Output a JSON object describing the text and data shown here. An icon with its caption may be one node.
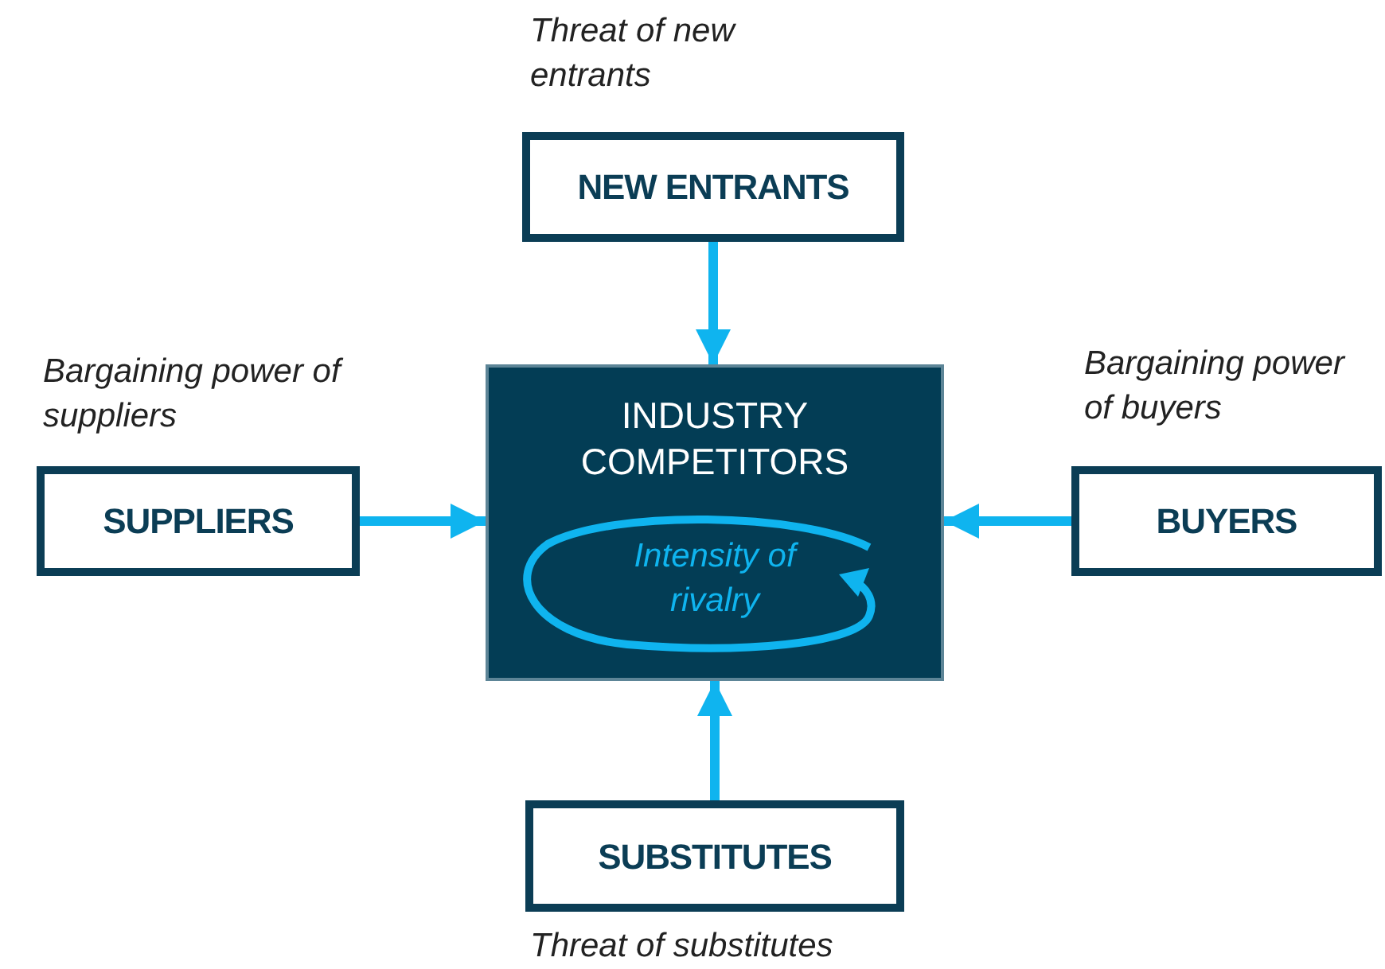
{
  "diagram": {
    "nodes": [
      {
        "text": [
          "NEW ENTRANTS"
        ],
        "beside": [
          "Threat of new entrants"
        ]
      },
      {
        "text": [
          "SUPPLIERS"
        ],
        "beside": [
          "Bargaining power of suppliers"
        ]
      },
      {
        "text": [
          "INDUSTRY COMPETITORS",
          "Intensity of rivalry"
        ]
      },
      {
        "text": [
          "BUYERS"
        ],
        "beside": [
          "Bargaining power of buyers"
        ]
      },
      {
        "text": [
          "SUBSTITUTES"
        ],
        "beside": [
          "Threat of substitutes"
        ]
      }
    ],
    "edges": [
      {
        "from": 0,
        "to": 2,
        "arrow": "to"
      },
      {
        "from": 1,
        "to": 2,
        "arrow": "to"
      },
      {
        "from": 3,
        "to": 2,
        "arrow": "to"
      },
      {
        "from": 4,
        "to": 2,
        "arrow": "to"
      }
    ]
  }
}
